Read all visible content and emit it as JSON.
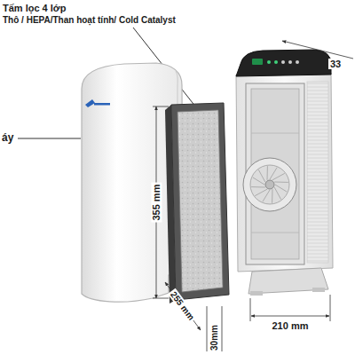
{
  "diagram": {
    "labels": [
      "Tấm lọc 4 lớp",
      "Thô / HEPA/Than hoạt tính/ Cold Catalyst",
      "áy",
      "33",
      "355 mm",
      "255 mm",
      "30mm",
      "210 mm"
    ]
  }
}
